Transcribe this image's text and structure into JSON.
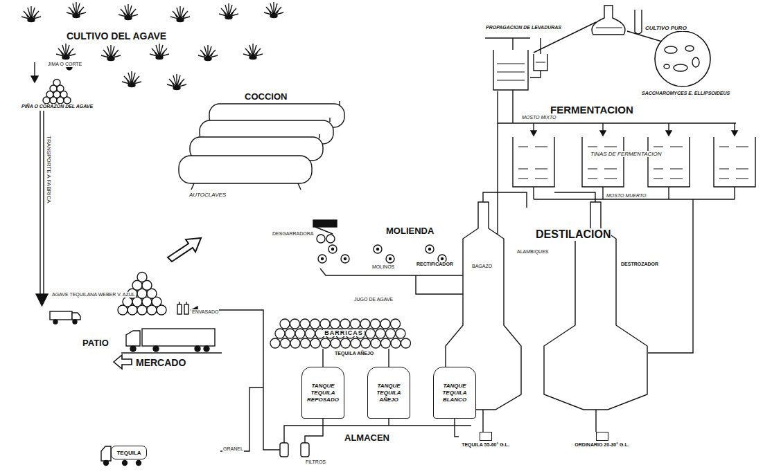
{
  "diagram": {
    "nodes": [
      {
        "text": [
          "TANQUE TEQUILA REPOSADO"
        ]
      },
      {
        "text": [
          "TANQUE TEQUILA AÑEJO"
        ]
      },
      {
        "text": [
          "TANQUE TEQUILA BLANCO"
        ]
      },
      {
        "text": [
          "TEQUILA"
        ]
      },
      {
        "text": [
          "TEQUILA 55-60° G.L."
        ]
      },
      {
        "text": [
          "ORDINARIO 20-30° G.L."
        ]
      },
      {
        "text": [
          "BARRICAS"
        ]
      }
    ],
    "edges": [
      {
        "from": 4,
        "to": 2,
        "arrow": "none"
      },
      {
        "from": 6,
        "to": 0,
        "arrow": "none"
      },
      {
        "from": 6,
        "to": 1,
        "arrow": "none"
      }
    ],
    "labels": [
      "CULTIVO DEL AGAVE",
      "JIMA O CORTE",
      "PIÑA O CORAZON DEL AGAVE",
      "TRANSPORTE A FABRICA",
      "AGAVE TEQUILANA WEBER V. AZUL",
      "PATIO",
      "ENVASADO",
      "MERCADO",
      "GRANEL",
      "COCCION",
      "AUTOCLAVES",
      "DESGARRADORA",
      "MOLIENDA",
      "MOLINOS",
      "BAGAZO",
      "JUGO DE AGAVE",
      "PROPAGACION DE LEVADURAS",
      "CULTIVO PURO",
      "SACCHAROMYCES E. ELLIPSOIDEUS",
      "FERMENTACION",
      "MOSTO MIXTO",
      "TINAS DE FERMENTACION",
      "MOSTO MUERTO",
      "DESTILACION",
      "ALAMBIQUES",
      "RECTIFICADOR",
      "DESTROZADOR",
      "TEQUILA AÑEJO",
      "ALMACEN",
      "FILTROS"
    ]
  }
}
